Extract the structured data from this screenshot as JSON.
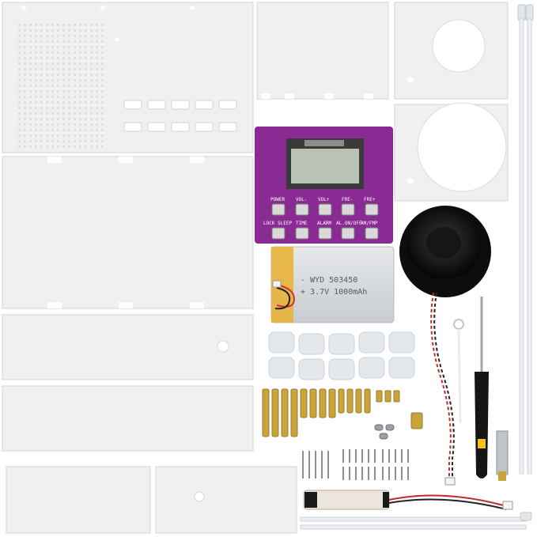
{
  "pcb": {
    "button_labels_top": [
      "POWER",
      "VOL-",
      "VOL+",
      "FRE-",
      "FRE+"
    ],
    "button_labels_bottom": [
      "LOCK SLEEP",
      "TIME",
      "ALARM",
      "AL.ON/OFF",
      "AM/FMP"
    ],
    "color": "#8a2a93"
  },
  "battery": {
    "line1": "- WYD  503450",
    "line2": "+ 3.7V 1000mAh"
  },
  "colors": {
    "acrylic": "#eff0f1",
    "acrylic_edge": "#cfd3d7",
    "brass": "#c9a43c",
    "silicone": "#e4e8ec"
  }
}
